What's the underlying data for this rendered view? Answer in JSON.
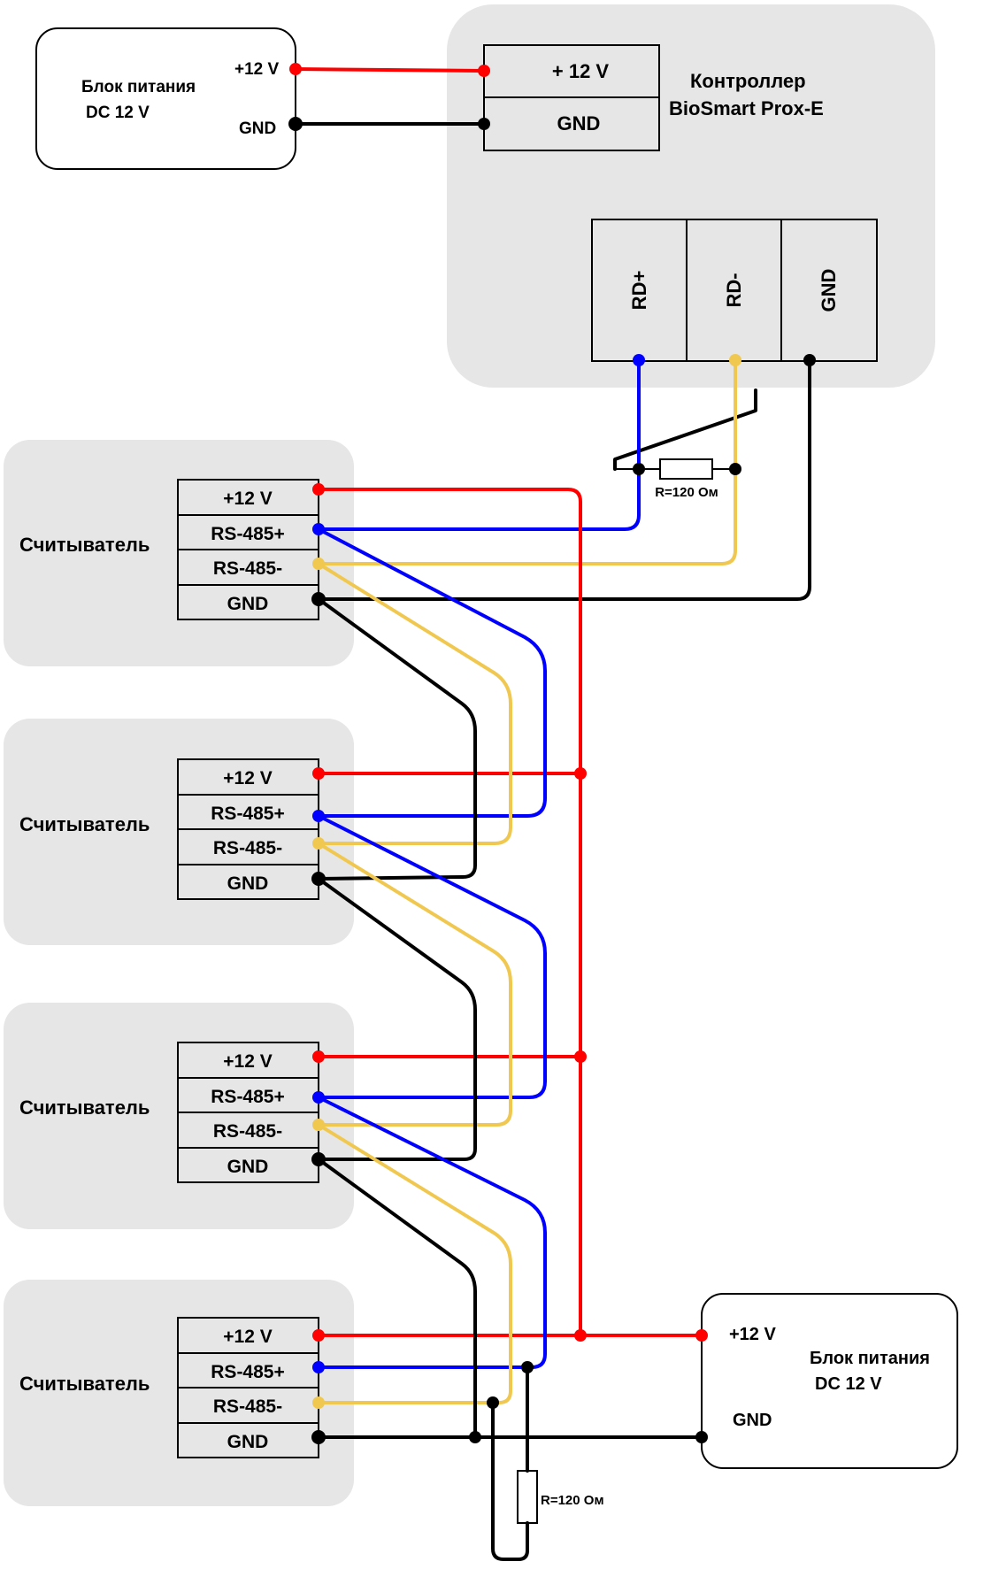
{
  "psu_top": {
    "title_line1": "Блок питания",
    "title_line2": "DC 12 V",
    "pin_plus": "+12 V",
    "pin_gnd": "GND"
  },
  "controller": {
    "title_line1": "Контроллер",
    "title_line2": "BioSmart Prox-E",
    "power_pins": [
      "+ 12 V",
      "GND"
    ],
    "bus_pins": [
      "RD+",
      "RD-",
      "GND"
    ]
  },
  "readers": [
    {
      "title": "Считыватель",
      "pins": [
        "+12 V",
        "RS-485+",
        "RS-485-",
        "GND"
      ]
    },
    {
      "title": "Считыватель",
      "pins": [
        "+12 V",
        "RS-485+",
        "RS-485-",
        "GND"
      ]
    },
    {
      "title": "Считыватель",
      "pins": [
        "+12 V",
        "RS-485+",
        "RS-485-",
        "GND"
      ]
    },
    {
      "title": "Считыватель",
      "pins": [
        "+12 V",
        "RS-485+",
        "RS-485-",
        "GND"
      ]
    }
  ],
  "psu_bottom": {
    "title_line1": "Блок питания",
    "title_line2": "DC 12 V",
    "pin_plus": "+12 V",
    "pin_gnd": "GND"
  },
  "resistor_top": {
    "label": "R=120 Ом"
  },
  "resistor_bottom": {
    "label": "R=120 Ом"
  },
  "colors": {
    "power": "#ff0000",
    "ground": "#000000",
    "rd_plus": "#0000ff",
    "rd_minus": "#f0c850",
    "panel": "#e6e6e6"
  }
}
